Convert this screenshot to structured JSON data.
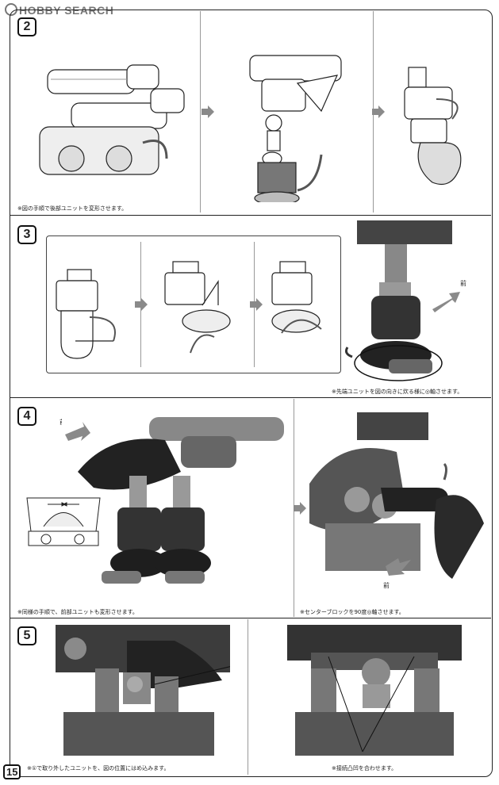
{
  "watermark": "HOBBY SEARCH",
  "page_number": "15",
  "steps": [
    {
      "number": "2",
      "note": "※図の手順で後部ユニットを変形させます。"
    },
    {
      "number": "3",
      "note": "※先端ユニットを図の向きに炊る様に◎軸させます。",
      "direction_label": "前"
    },
    {
      "number": "4",
      "note_left": "※同様の手順で、前部ユニットも変形させます。",
      "note_right": "※センターブロックを90度◎軸させます。",
      "direction_label_left": "前",
      "direction_label_right": "前"
    },
    {
      "number": "5",
      "note_left": "※①で取り外したユニットを、図の位置にはめ込みます。",
      "note_right": "※接続凸凹を合わせます。"
    }
  ],
  "colors": {
    "line": "#222222",
    "arrow": "#8a8a8a",
    "part_light": "#d8d8d8",
    "part_dark": "#2e2e2e",
    "part_mid": "#6e6e6e"
  }
}
